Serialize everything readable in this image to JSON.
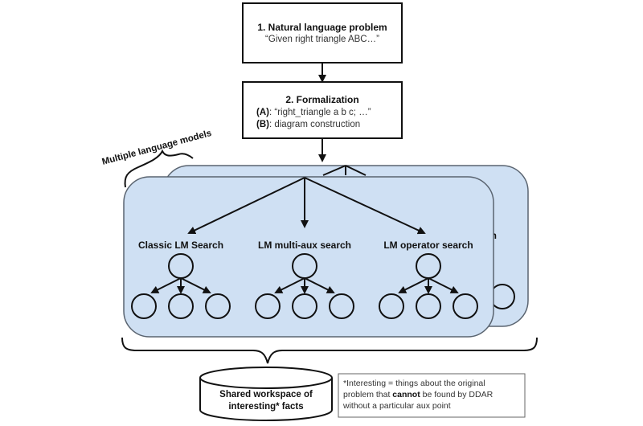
{
  "step1": {
    "title": "1. Natural language problem",
    "subtitle": "“Given right triangle ABC…”"
  },
  "step2": {
    "title": "2. Formalization",
    "line_a_label": "(A)",
    "line_a_text": ": “right_triangle a b c; …”",
    "line_b_label": "(B)",
    "line_b_text": ": diagram construction"
  },
  "models_label": "Multiple language models",
  "back_panel_partial_label": "ch",
  "search_methods": [
    {
      "label": "Classic LM Search"
    },
    {
      "label": "LM multi-aux search"
    },
    {
      "label": "LM operator search"
    }
  ],
  "workspace": {
    "line1": "Shared workspace of",
    "line2": "interesting* facts"
  },
  "note": {
    "line1": "*Interesting = things about the original",
    "line2_pre": "problem that ",
    "line2_bold": "cannot",
    "line2_post": " be found by DDAR",
    "line3": "without a particular aux point"
  },
  "colors": {
    "panel_fill": "#cfe0f3",
    "panel_stroke": "#5a6470",
    "line": "#111111"
  }
}
